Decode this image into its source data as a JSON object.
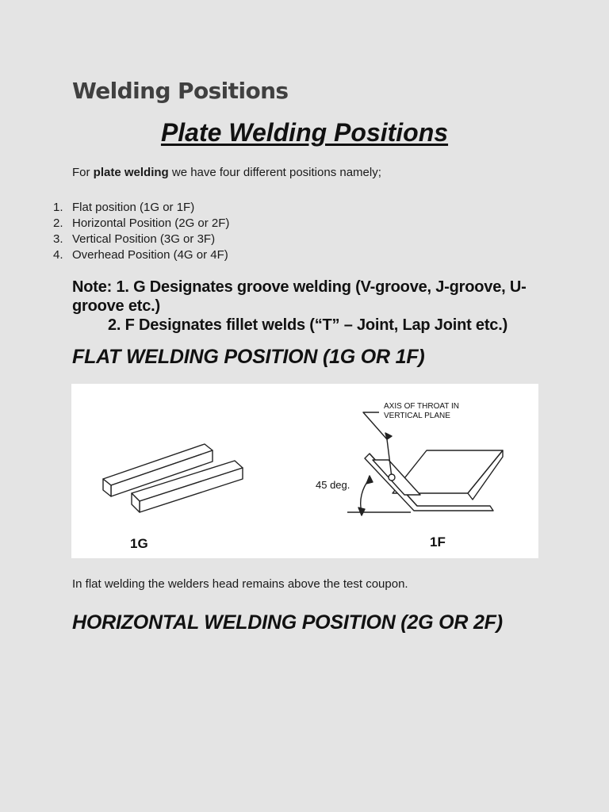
{
  "page": {
    "heading": "Welding Positions",
    "title": "Plate Welding Positions"
  },
  "intro": {
    "prefix": "For ",
    "bold": "plate welding",
    "suffix": " we have four different positions namely;"
  },
  "positions": [
    {
      "num": "1.",
      "label": "Flat position (1G or 1F)"
    },
    {
      "num": "2.",
      "label": "Horizontal Position (2G or 2F)"
    },
    {
      "num": "3.",
      "label": "Vertical Position (3G or 3F)"
    },
    {
      "num": "4.",
      "label": "Overhead Position (4G or 4F)"
    }
  ],
  "note": {
    "line1": "Note: 1. G Designates groove welding (V-groove, J-groove, U-groove etc.)",
    "line2": "2. F Designates fillet welds (“T” – Joint, Lap Joint etc.)"
  },
  "sections": {
    "flat": "FLAT WELDING POSITION (1G OR 1F)",
    "horizontal": "HORIZONTAL WELDING POSITION (2G OR 2F)"
  },
  "figure": {
    "label_1g": "1G",
    "label_1f": "1F",
    "axis_label_line1": "AXIS OF THROAT IN",
    "axis_label_line2": "VERTICAL PLANE",
    "angle_label": "45 deg."
  },
  "caption": "In flat welding the welders head remains above the test coupon."
}
